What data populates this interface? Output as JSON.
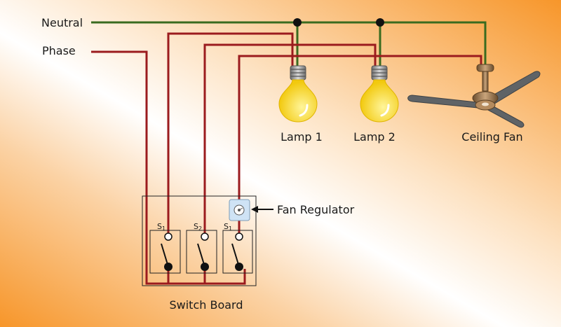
{
  "labels": {
    "neutral": "Neutral",
    "phase": "Phase",
    "lamp1": "Lamp 1",
    "lamp2": "Lamp 2",
    "ceiling_fan": "Ceiling Fan",
    "fan_regulator": "Fan Regulator",
    "switch_board": "Switch Board"
  },
  "switches": [
    {
      "main": "S",
      "sub": "1"
    },
    {
      "main": "S",
      "sub": "2"
    },
    {
      "main": "S",
      "sub": "1"
    }
  ],
  "colors": {
    "neutral_wire": "#3a6b1f",
    "phase_wire": "#9b1b1e",
    "bulb": "#f7d417",
    "bulb_base": "#8f8f8f",
    "fan_body": "#8a6a46",
    "fan_blade": "#5f6366",
    "regulator": "#cfe3f5",
    "background_light": "#ffffff",
    "background_orange": "#f7962a"
  },
  "icons": [
    "lamp-bulb-icon",
    "ceiling-fan-icon",
    "fan-regulator-icon",
    "switch-icon"
  ]
}
